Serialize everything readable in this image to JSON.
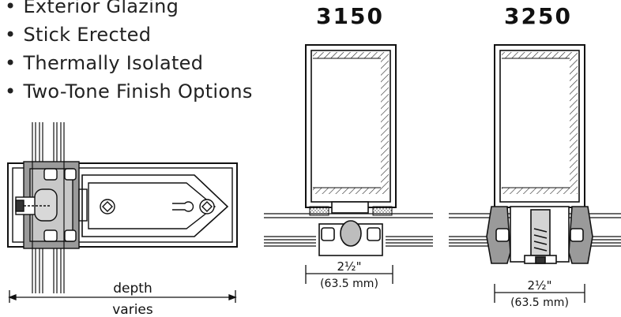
{
  "features": [
    "Exterior Glazing",
    "Stick Erected",
    "Thermally Isolated",
    "Two-Tone Finish Options"
  ],
  "models": {
    "left": "3150",
    "right": "3250"
  },
  "section_dimension": {
    "label_top": "depth",
    "label_bottom": "varies"
  },
  "dimension_3150": {
    "imperial": "2½\"",
    "metric": "(63.5 mm)"
  },
  "dimension_3250": {
    "imperial": "2½\"",
    "metric": "(63.5 mm)"
  }
}
